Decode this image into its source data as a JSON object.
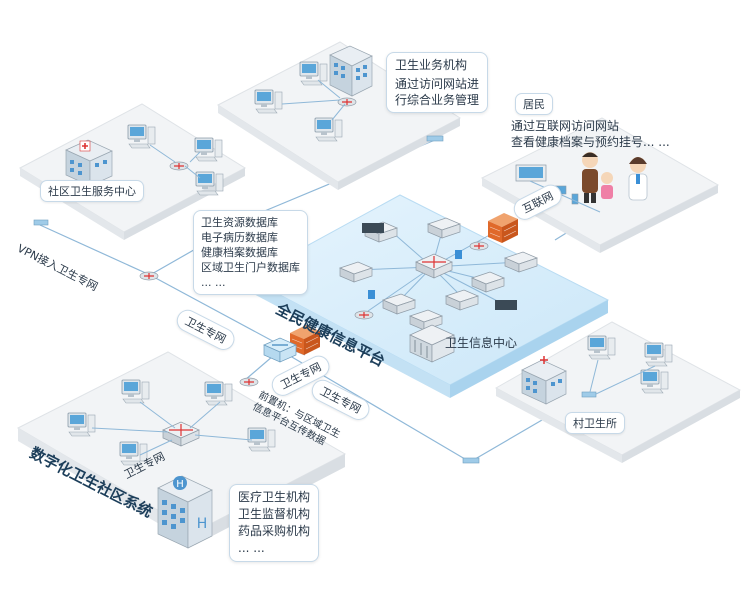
{
  "nodes": {
    "business_org": {
      "title": "卫生业务机构",
      "desc": [
        "通过访问网站进",
        "行综合业务管理"
      ]
    },
    "resident": {
      "title": "居民",
      "desc": [
        "通过互联网访问网站",
        "查看健康档案与预约挂号... ..."
      ]
    },
    "community_center": {
      "title": "社区卫生服务中心"
    },
    "village_clinic": {
      "title": "村卫生所"
    },
    "info_center": {
      "title": "卫生信息中心"
    },
    "platform": {
      "title": "全民健康信息平台"
    },
    "digital_community": {
      "title": "数字化卫生社区系统"
    }
  },
  "databases": {
    "items": [
      "卫生资源数据库",
      "电子病历数据库",
      "健康档案数据库",
      "区域卫生门户数据库",
      "... ..."
    ]
  },
  "networks": {
    "vpn": "VPN接入卫生专网",
    "internet": "互联网",
    "health_net_left": "卫生专网",
    "health_net_mid": "卫生专网",
    "health_net_right": "卫生专网",
    "health_net_bottom": "卫生专网"
  },
  "front_end_note": [
    "前置机：与区域卫生",
    "信息平台互传数据"
  ],
  "orgs": {
    "items": [
      "医疗卫生机构",
      "卫生监督机构",
      "药品采购机构",
      "... ..."
    ]
  },
  "colors": {
    "platform_top": "#d9eefb",
    "platform_side": "#b9dcf3",
    "panel": "#f2f4f6",
    "line": "#8fb8d8",
    "firewall": "#e46a2a",
    "text": "#2b3a4a"
  }
}
